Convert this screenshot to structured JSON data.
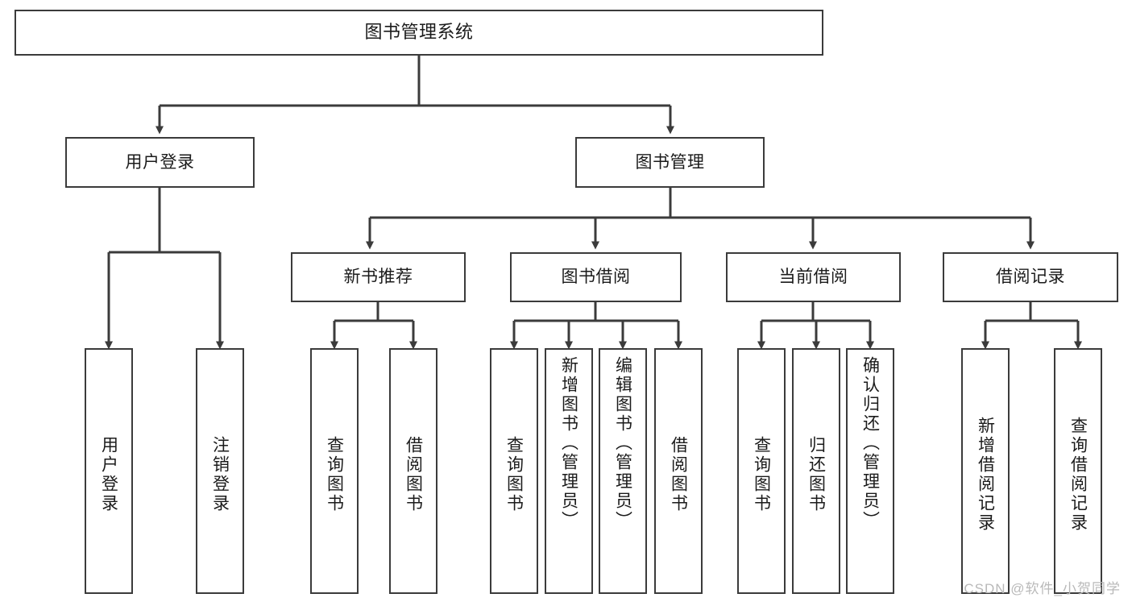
{
  "diagram": {
    "type": "tree",
    "title": "图书管理系统",
    "watermark": "CSDN @软件_小贺同学",
    "colors": {
      "box_border": "#3b3b3b",
      "box_fill": "#ffffff",
      "line": "#3b3b3b",
      "text": "#1b1b1b",
      "watermark": "#b9b9b9"
    },
    "nodes": {
      "root": {
        "label": "图书管理系统",
        "orientation": "horizontal"
      },
      "level2": [
        {
          "label": "用户登录",
          "orientation": "horizontal"
        },
        {
          "label": "图书管理",
          "orientation": "horizontal"
        }
      ],
      "level3": [
        {
          "label": "新书推荐",
          "orientation": "horizontal"
        },
        {
          "label": "图书借阅",
          "orientation": "horizontal"
        },
        {
          "label": "当前借阅",
          "orientation": "horizontal"
        },
        {
          "label": "借阅记录",
          "orientation": "horizontal"
        }
      ],
      "leaves_user_login": [
        {
          "label": "用户登录",
          "orientation": "vertical"
        },
        {
          "label": "注销登录",
          "orientation": "vertical"
        }
      ],
      "leaves_new_book": [
        {
          "label": "查询图书",
          "orientation": "vertical"
        },
        {
          "label": "借阅图书",
          "orientation": "vertical"
        }
      ],
      "leaves_borrow": [
        {
          "label": "查询图书",
          "orientation": "vertical"
        },
        {
          "label": "新增图书（管理员）",
          "orientation": "vertical"
        },
        {
          "label": "编辑图书（管理员）",
          "orientation": "vertical"
        },
        {
          "label": "借阅图书",
          "orientation": "vertical"
        }
      ],
      "leaves_current": [
        {
          "label": "查询图书",
          "orientation": "vertical"
        },
        {
          "label": "归还图书",
          "orientation": "vertical"
        },
        {
          "label": "确认归还（管理员）",
          "orientation": "vertical"
        }
      ],
      "leaves_records": [
        {
          "label": "新增借阅记录",
          "orientation": "vertical"
        },
        {
          "label": "查询借阅记录",
          "orientation": "vertical"
        }
      ]
    }
  }
}
